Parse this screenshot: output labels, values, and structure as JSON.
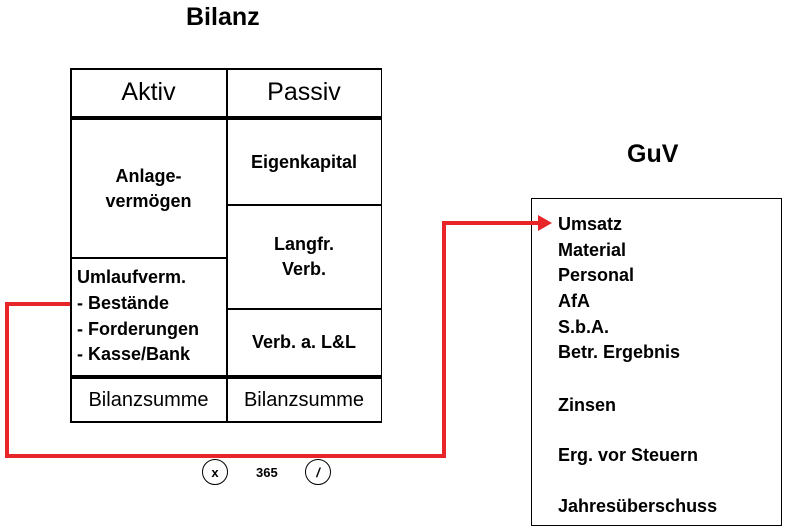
{
  "bilanz": {
    "title": "Bilanz",
    "header_aktiv": "Aktiv",
    "header_passiv": "Passiv",
    "anlage_line1": "Anlage-",
    "anlage_line2": "vermögen",
    "umlauf_lines": [
      "Umlaufverm.",
      "- Bestände",
      "- Forderungen",
      "- Kasse/Bank"
    ],
    "eigenkapital": "Eigenkapital",
    "langfr_line1": "Langfr.",
    "langfr_line2": "Verb.",
    "verb_ll": "Verb. a. L&L",
    "sum_aktiv": "Bilanzsumme",
    "sum_passiv": "Bilanzsumme"
  },
  "guv": {
    "title": "GuV",
    "items": [
      "Umsatz",
      "Material",
      "Personal",
      "AfA",
      "S.b.A.",
      "Betr. Ergebnis",
      "Zinsen",
      "Erg. vor Steuern",
      "Jahresüberschuss"
    ]
  },
  "formula": {
    "multiply": "x",
    "days": "365",
    "divide": "/"
  },
  "colors": {
    "arrow": "#e8262a",
    "border": "#000000"
  }
}
